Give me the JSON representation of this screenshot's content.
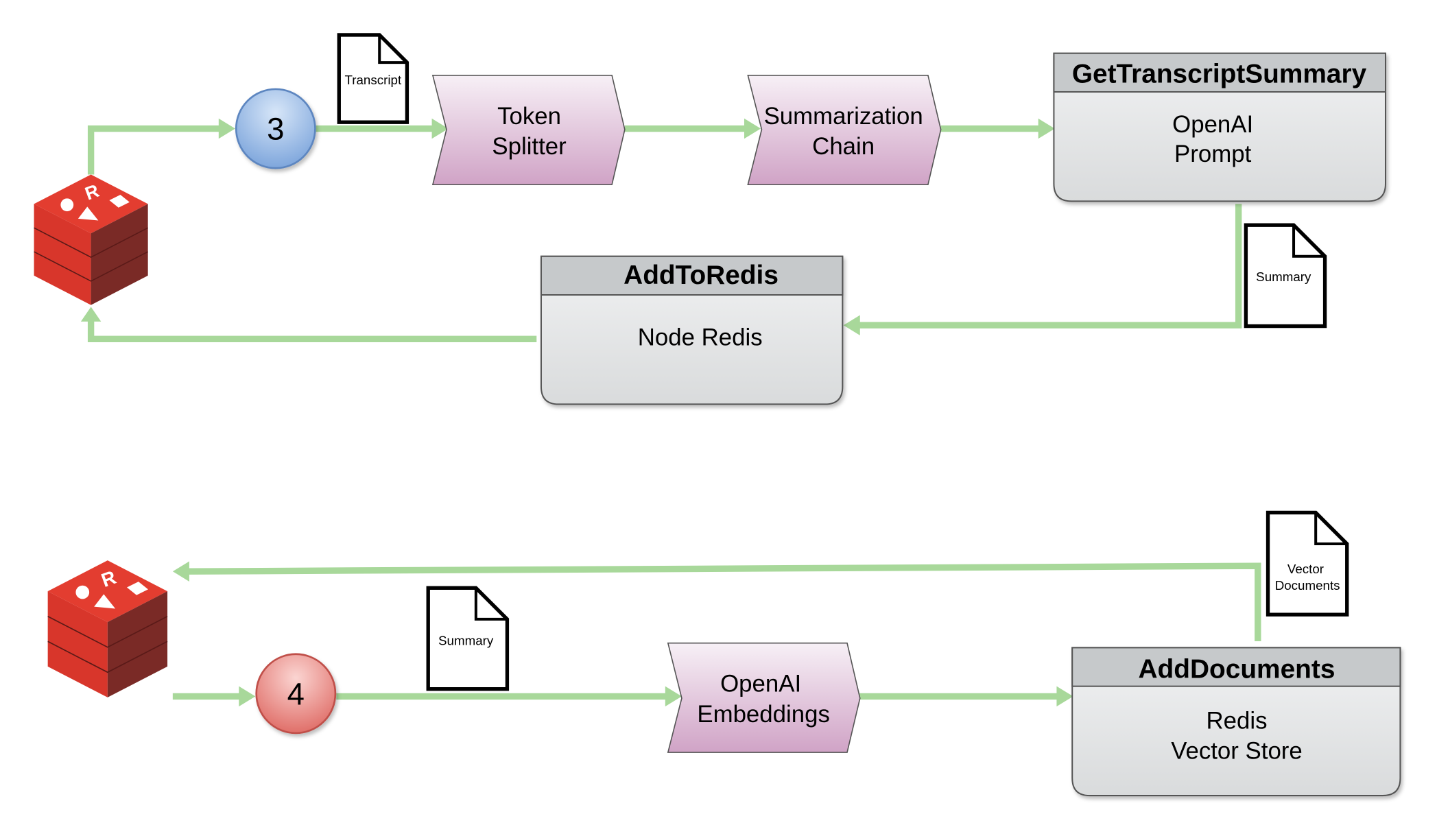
{
  "flow_top": {
    "step_number": "3",
    "transcript_doc": "Transcript",
    "token_splitter": [
      "Token",
      "Splitter"
    ],
    "summarization_chain": [
      "Summarization",
      "Chain"
    ],
    "get_transcript_summary": {
      "header": "GetTranscriptSummary",
      "body": [
        "OpenAI",
        "Prompt"
      ]
    },
    "summary_doc": "Summary",
    "add_to_redis": {
      "header": "AddToRedis",
      "body": [
        "Node Redis"
      ]
    }
  },
  "flow_bottom": {
    "step_number": "4",
    "summary_doc": "Summary",
    "openai_embeddings": [
      "OpenAI",
      "Embeddings"
    ],
    "add_documents": {
      "header": "AddDocuments",
      "body": [
        "Redis",
        "Vector Store"
      ]
    },
    "vector_docs": [
      "Vector",
      "Documents"
    ]
  },
  "colors": {
    "arrow": "#a8d89a",
    "arrow_head": "#8fcf7d",
    "step3_circle": "#8fb4e3",
    "step4_circle": "#e98a85",
    "process_fill_top": "#f6eef5",
    "process_fill_bottom": "#d4a9cb",
    "box_header": "#c9ccce",
    "box_body": "#e3e5e6",
    "redis_red": "#e1372d"
  }
}
